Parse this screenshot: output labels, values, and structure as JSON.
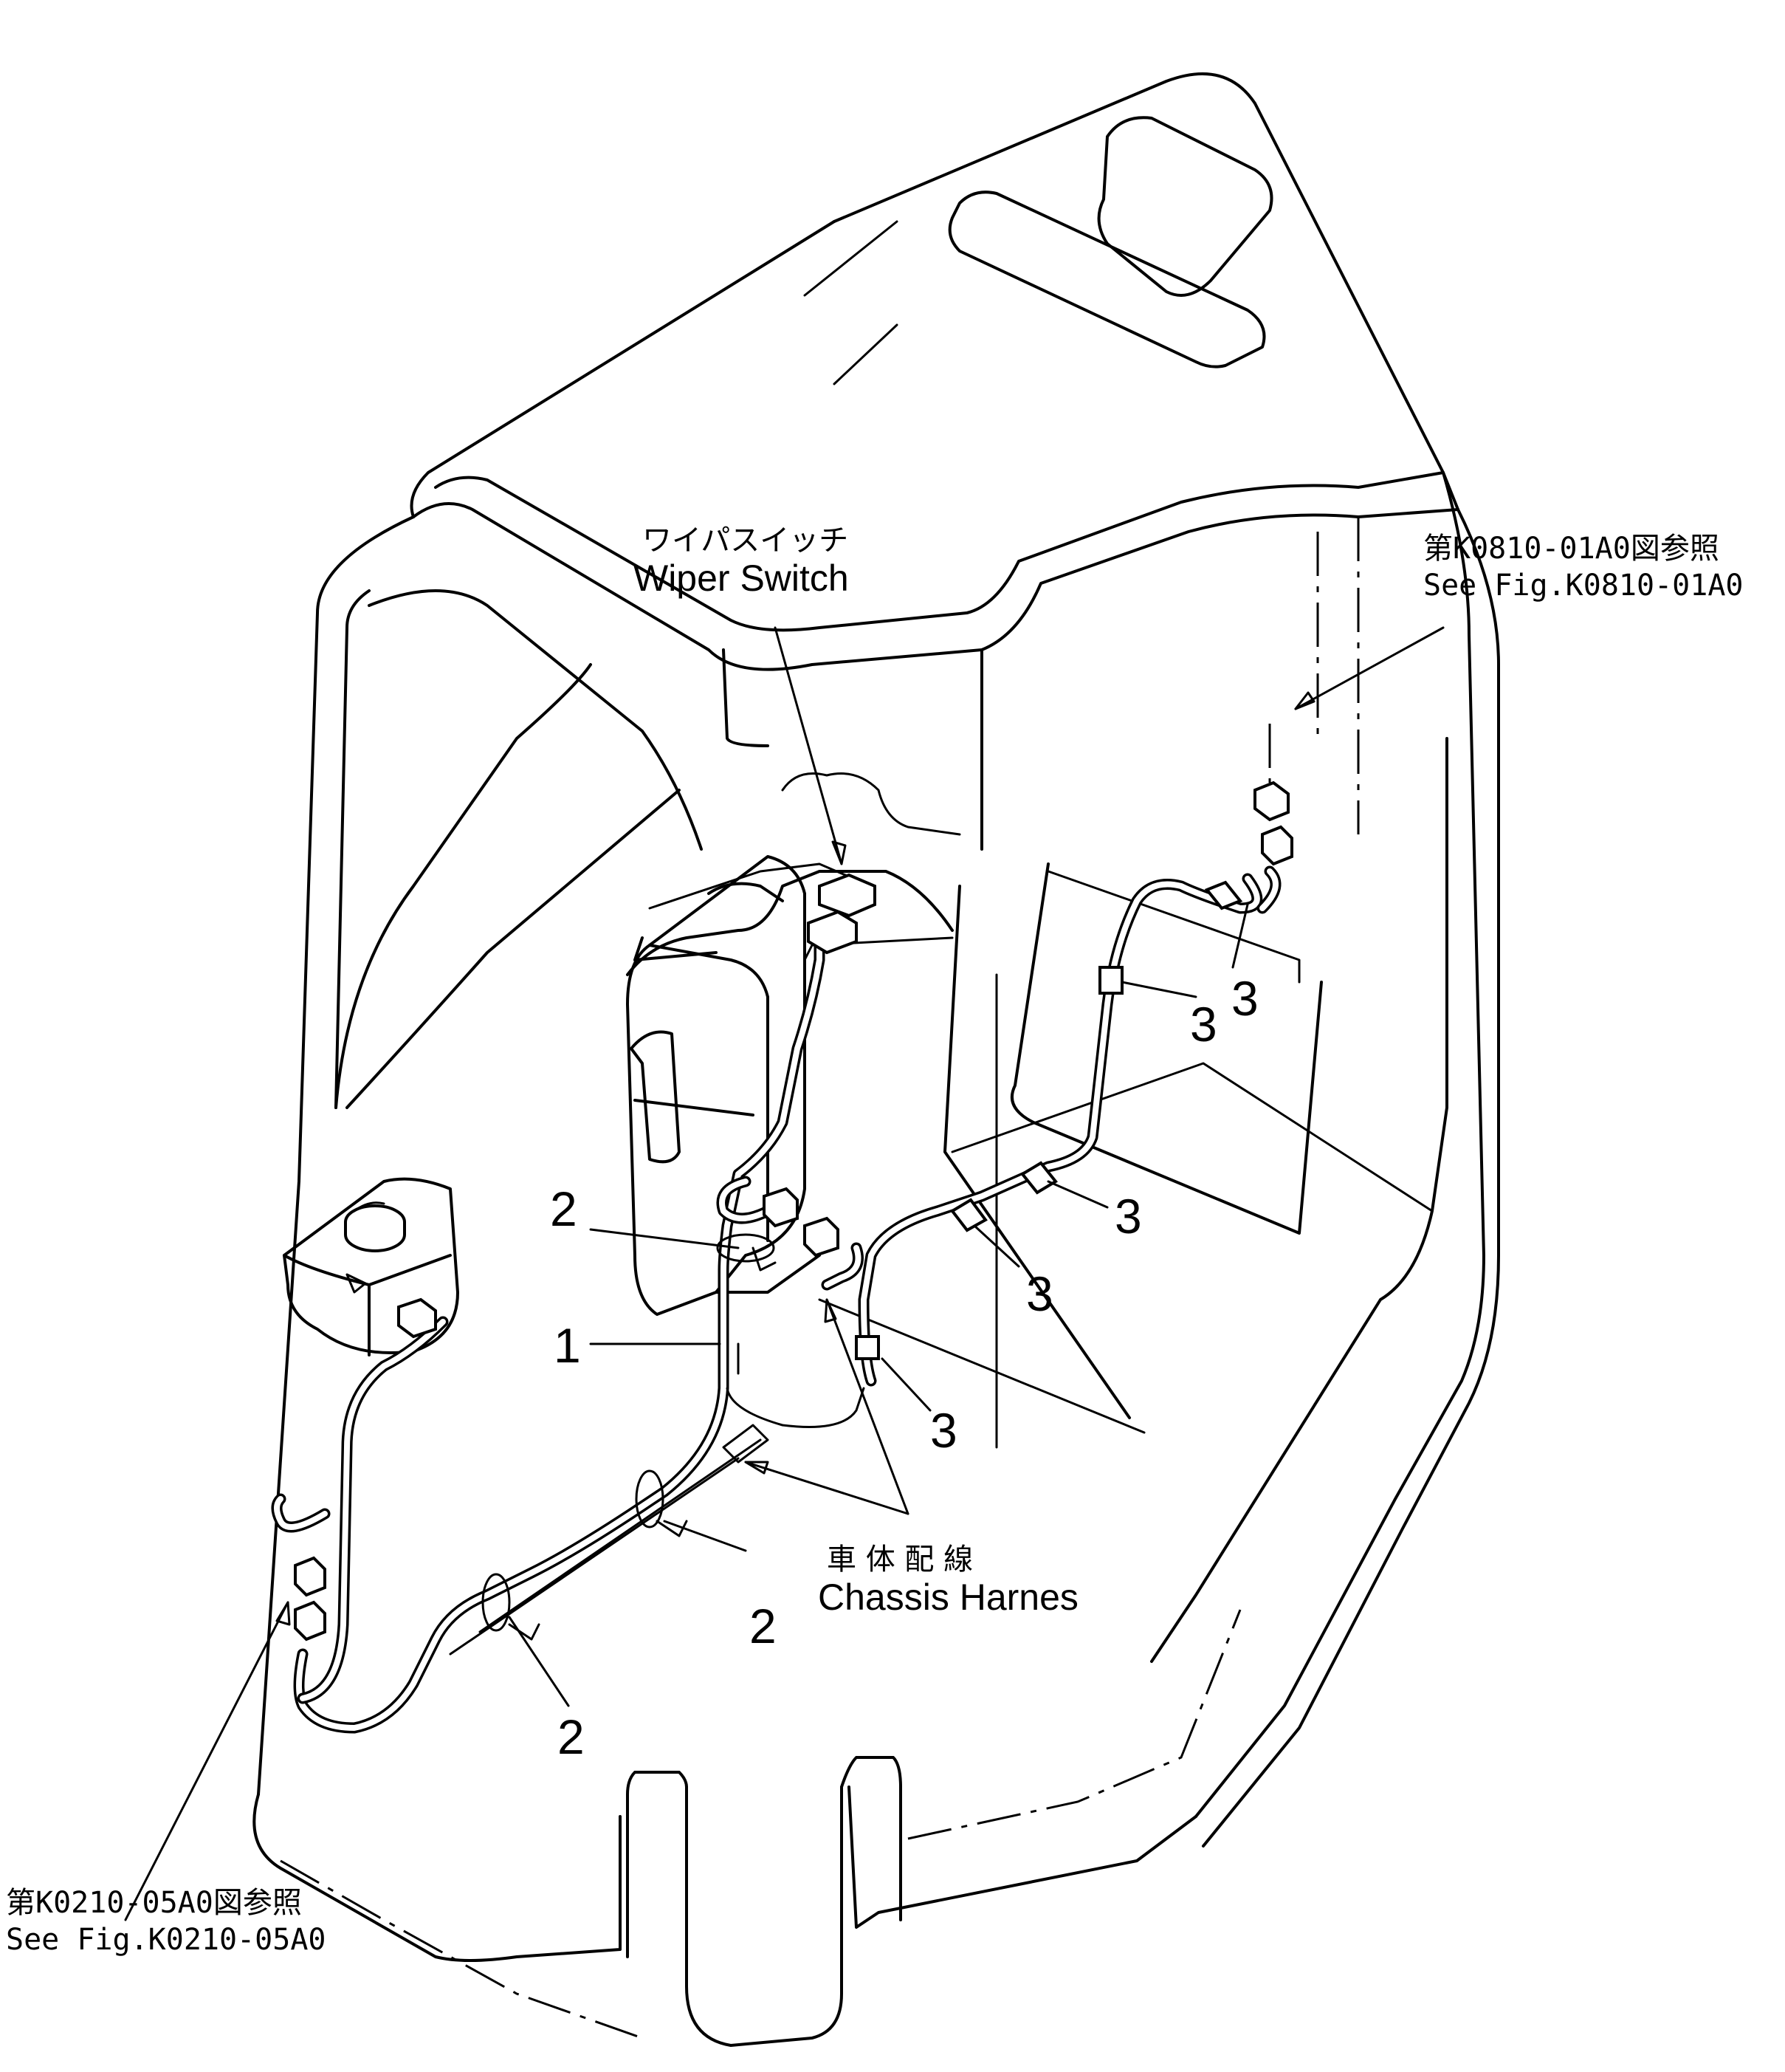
{
  "labels": {
    "wiper_switch_jp": "ワイパスイッチ",
    "wiper_switch_en": "Wiper  Switch",
    "chassis_harness_jp": "車 体 配 線",
    "chassis_harness_en": "Chassis Harnes",
    "ref_right_jp": "第K0810-01A0図参照",
    "ref_right_en": "See Fig.K0810-01A0",
    "ref_left_jp": "第K0210-05A0図参照",
    "ref_left_en": "See Fig.K0210-05A0"
  },
  "callouts": [
    "1",
    "2",
    "2",
    "2",
    "3",
    "3",
    "3",
    "3",
    "3"
  ]
}
